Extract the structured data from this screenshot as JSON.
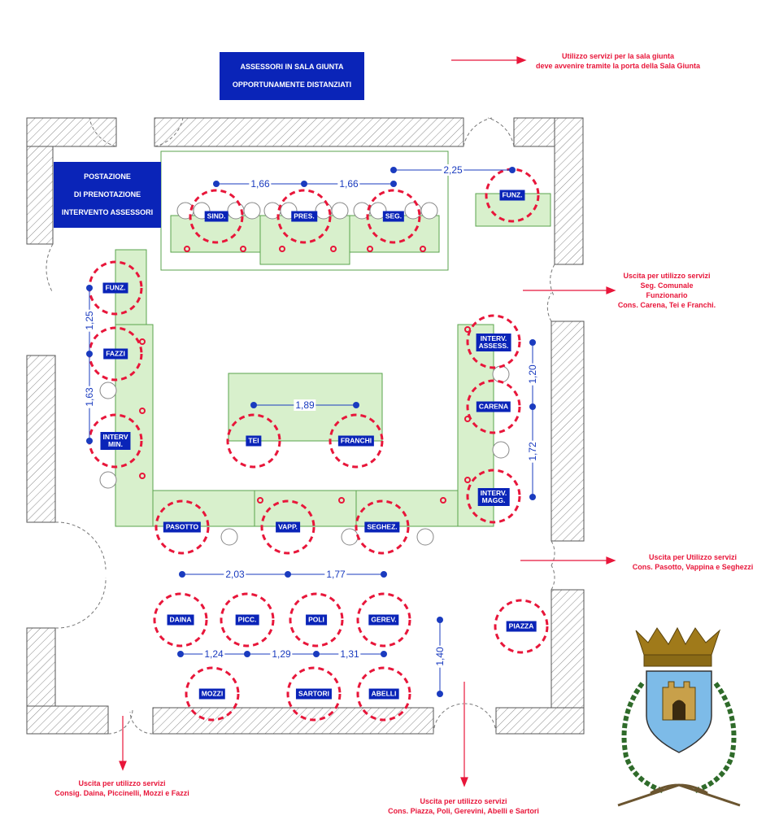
{
  "header": {
    "title_line1": "ASSESSORI IN SALA GIUNTA",
    "title_line2": "OPPORTUNAMENTE DISTANZIATI"
  },
  "postazione": {
    "line1": "POSTAZIONE",
    "line2": "DI PRENOTAZIONE",
    "line3": "INTERVENTO ASSESSORI"
  },
  "notes": {
    "giunta": [
      "Utilizzo servizi per la sala giunta",
      "deve avvenire tramite la porta della Sala Giunta"
    ],
    "uscita_right_top": [
      "Uscita per utilizzo servizi",
      "Seg. Comunale",
      "Funzionario",
      "Cons. Carena, Tei e Franchi."
    ],
    "uscita_right_mid": [
      "Uscita per Utilizzo servizi",
      "Cons. Pasotto, Vappina e Seghezzi"
    ],
    "uscita_bottom_left": [
      "Uscita per utilizzo servizi",
      "Consig. Daina, Piccinelli, Mozzi e Fazzi"
    ],
    "uscita_bottom_center": [
      "Uscita per utilizzo servizi",
      "Cons. Piazza, Poli, Gerevini, Abelli e Sartori"
    ]
  },
  "seats": {
    "sind": "SIND.",
    "pres": "PRES.",
    "seg": "SEG.",
    "funz_top": "FUNZ.",
    "funz_left": "FUNZ.",
    "fazzi": "FAZZI",
    "interv_min": "INTERV\nMIN.",
    "interv_assess": "INTERV.\nASSESS.",
    "carena": "CARENA",
    "interv_magg": "INTERV.\nMAGG.",
    "tei": "TEI",
    "franchi": "FRANCHI",
    "pasotto": "PASOTTO",
    "vapp": "VAPP.",
    "seghez": "SEGHEZ.",
    "daina": "DAINA",
    "picc": "PICC.",
    "poli": "POLI",
    "gerev": "GEREV.",
    "piazza": "PIAZZA",
    "mozzi": "MOZZI",
    "sartori": "SARTORI",
    "abelli": "ABELLI"
  },
  "dimensions": {
    "d_sind_pres": "1,66",
    "d_pres_seg": "1,66",
    "d_seg_funz": "2,25",
    "d_funz_fazzi": "1,25",
    "d_fazzi_interv": "1,63",
    "d_tei_franchi": "1,89",
    "d_assess_carena": "1,20",
    "d_carena_magg": "1,72",
    "d_pasotto_vapp": "2,03",
    "d_vapp_seghez": "1,77",
    "d_daina_picc": "1,24",
    "d_picc_poli": "1,29",
    "d_poli_gerev": "1,31",
    "d_abelli_vertical": "1,40"
  },
  "colors": {
    "label_blue": "#0a24b8",
    "note_red": "#e8163a",
    "desk_green": "#d8f0cc",
    "desk_border": "#5aa34c",
    "wall_gray": "#888888",
    "dim_blue": "#1a3bbf"
  }
}
